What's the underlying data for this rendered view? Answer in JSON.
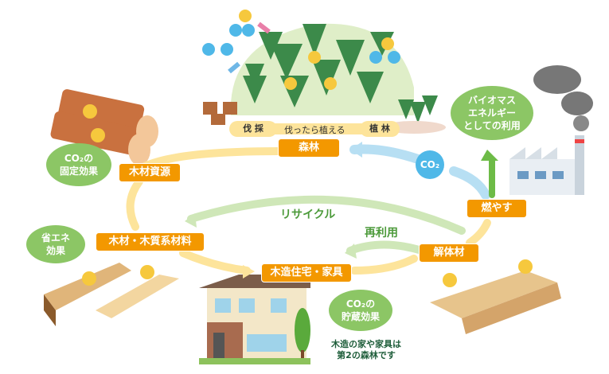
{
  "labels": {
    "forest": "森林",
    "wood_resource": "木材資源",
    "materials": "木材・木質系材料",
    "housing": "木造住宅・家具",
    "demolition": "解体材",
    "burn": "燃やす"
  },
  "effects": {
    "fixation": "CO₂の\n固定効果",
    "energy_saving": "省エネ\n効果",
    "storage": "CO₂の\n貯蔵効果",
    "biomass": "バイオマス\nエネルギー\nとしての利用"
  },
  "forestry": {
    "cutting": "伐 採",
    "replant_note": "伐ったら植える",
    "planting": "植 林"
  },
  "co2_label": "CO₂",
  "recycle": "リサイクル",
  "reuse": "再利用",
  "caption": "木造の家や家具は\n第2の森林です",
  "colors": {
    "orange": "#f39800",
    "green": "#8cc665",
    "blue": "#4fb8e8",
    "yellow_arrow": "#fde49b"
  }
}
